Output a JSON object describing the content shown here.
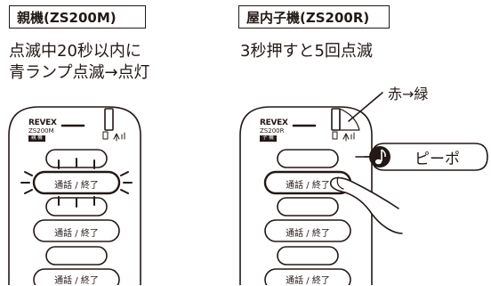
{
  "left": {
    "title": "親機(ZS200M)",
    "desc_line1": "点滅中20秒以内に",
    "desc_line2": "青ランプ点滅→点灯",
    "device": {
      "brand": "REVEX",
      "model": "ZS200M",
      "tag": "親 機",
      "button_labels": [
        "通話 / 終了",
        "通話 / 終了",
        "通話 / 終了"
      ]
    }
  },
  "right": {
    "title": "屋内子機(ZS200R)",
    "desc_line1": "3秒押すと5回点滅",
    "callout_led": "赤→緑",
    "callout_sound": "ピーポ",
    "device": {
      "brand": "REVEX",
      "model": "ZS200R",
      "tag": "子 機",
      "button_labels": [
        "通話 / 終了",
        "通話 / 終了",
        "通話 / 終了"
      ]
    }
  },
  "icons": {
    "music_note": "music-note-icon",
    "signal": "signal-icon",
    "battery": "battery-icon"
  },
  "colors": {
    "ink": "#231815",
    "background": "#ffffff"
  }
}
